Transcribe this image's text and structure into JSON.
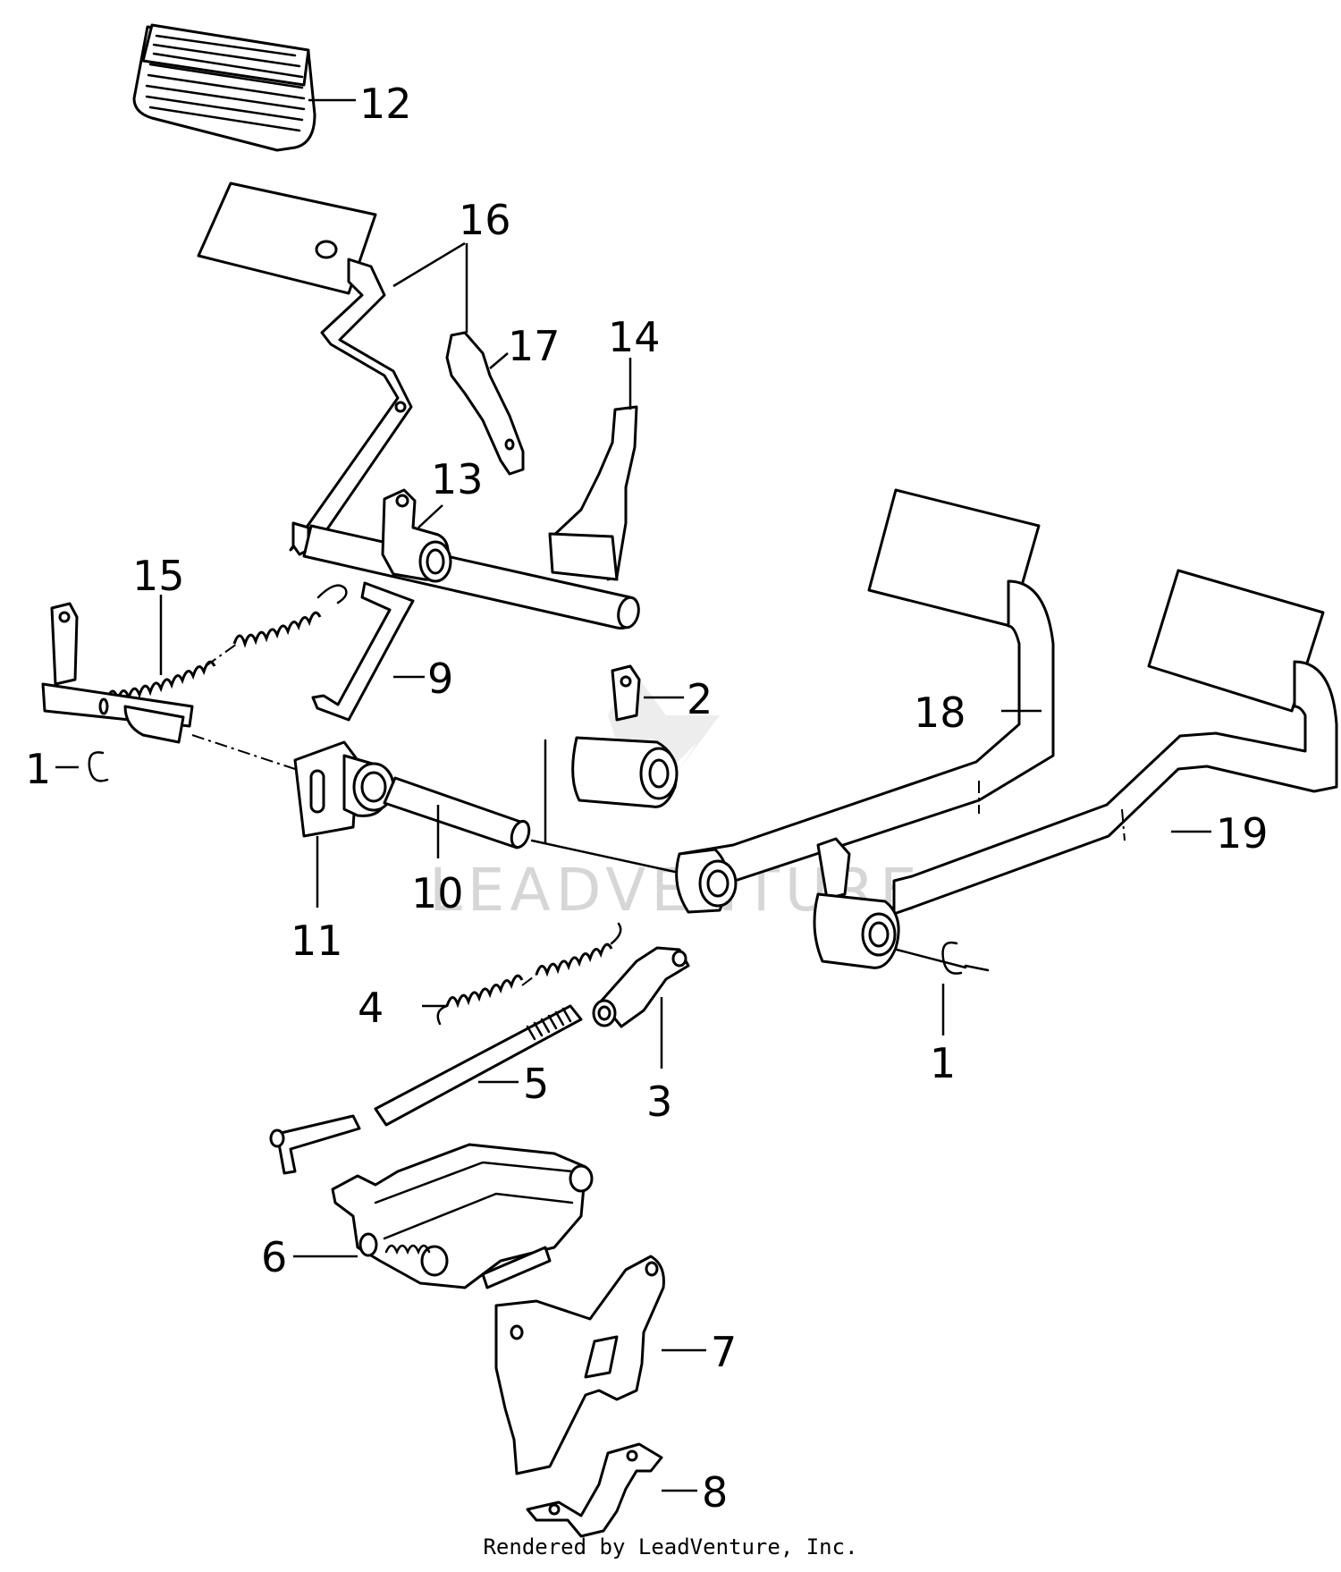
{
  "diagram": {
    "callouts": [
      {
        "id": "c12",
        "text": "12"
      },
      {
        "id": "c16",
        "text": "16"
      },
      {
        "id": "c17",
        "text": "17"
      },
      {
        "id": "c14",
        "text": "14"
      },
      {
        "id": "c13",
        "text": "13"
      },
      {
        "id": "c15",
        "text": "15"
      },
      {
        "id": "c9",
        "text": "9"
      },
      {
        "id": "c2",
        "text": "2"
      },
      {
        "id": "c18",
        "text": "18"
      },
      {
        "id": "c1a",
        "text": "1"
      },
      {
        "id": "c19",
        "text": "19"
      },
      {
        "id": "c10",
        "text": "10"
      },
      {
        "id": "c11",
        "text": "11"
      },
      {
        "id": "c4",
        "text": "4"
      },
      {
        "id": "c5",
        "text": "5"
      },
      {
        "id": "c3",
        "text": "3"
      },
      {
        "id": "c1b",
        "text": "1"
      },
      {
        "id": "c6",
        "text": "6"
      },
      {
        "id": "c7",
        "text": "7"
      },
      {
        "id": "c8",
        "text": "8"
      }
    ],
    "watermark": "LEADVENTURE"
  },
  "footer": {
    "credit": "Rendered by LeadVenture, Inc."
  }
}
